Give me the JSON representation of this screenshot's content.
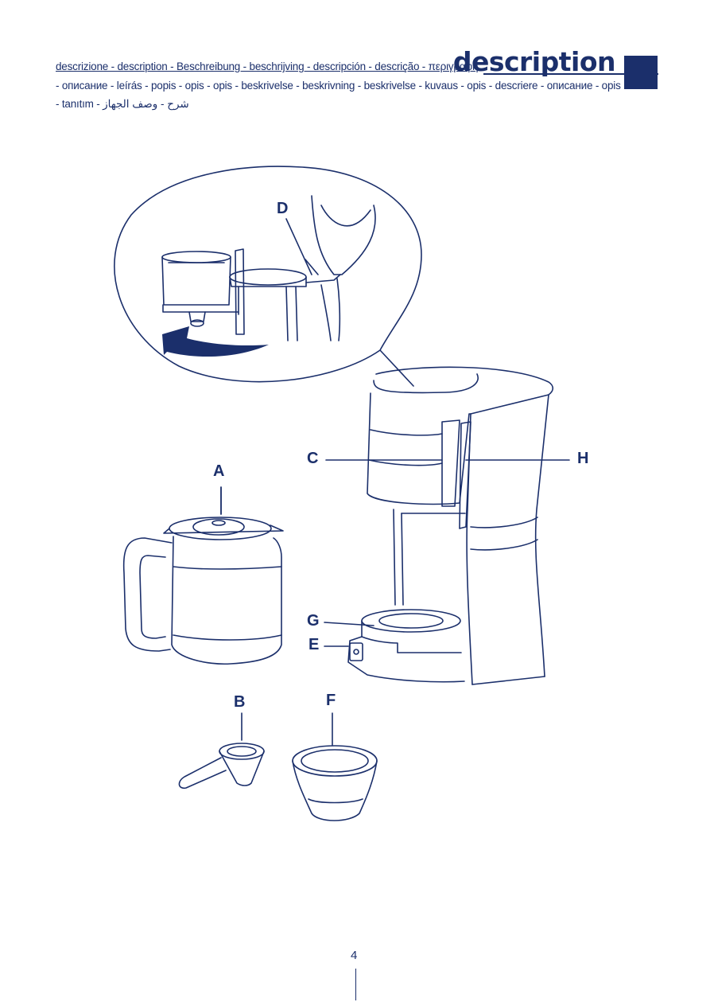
{
  "header": {
    "languages_line1": "descrizione  - description -  Beschreibung - beschrijving - descripción - descrição  - περιγραφή",
    "languages_line2": "- описание - leírás - popis - opis - opis - beskrivelse - beskrivning - beskrivelse - kuvaus - opis - descriere - описание - opis",
    "languages_line3": "-  tanıtım  - شرح - وصف الجهاز",
    "title": "description"
  },
  "labels": {
    "A": "A",
    "B": "B",
    "C": "C",
    "D": "D",
    "E": "E",
    "F": "F",
    "G": "G",
    "H": "H"
  },
  "footer": {
    "page_number": "4"
  },
  "colors": {
    "brand": "#1b2f6b",
    "accent_square": "#1b2f6b"
  }
}
